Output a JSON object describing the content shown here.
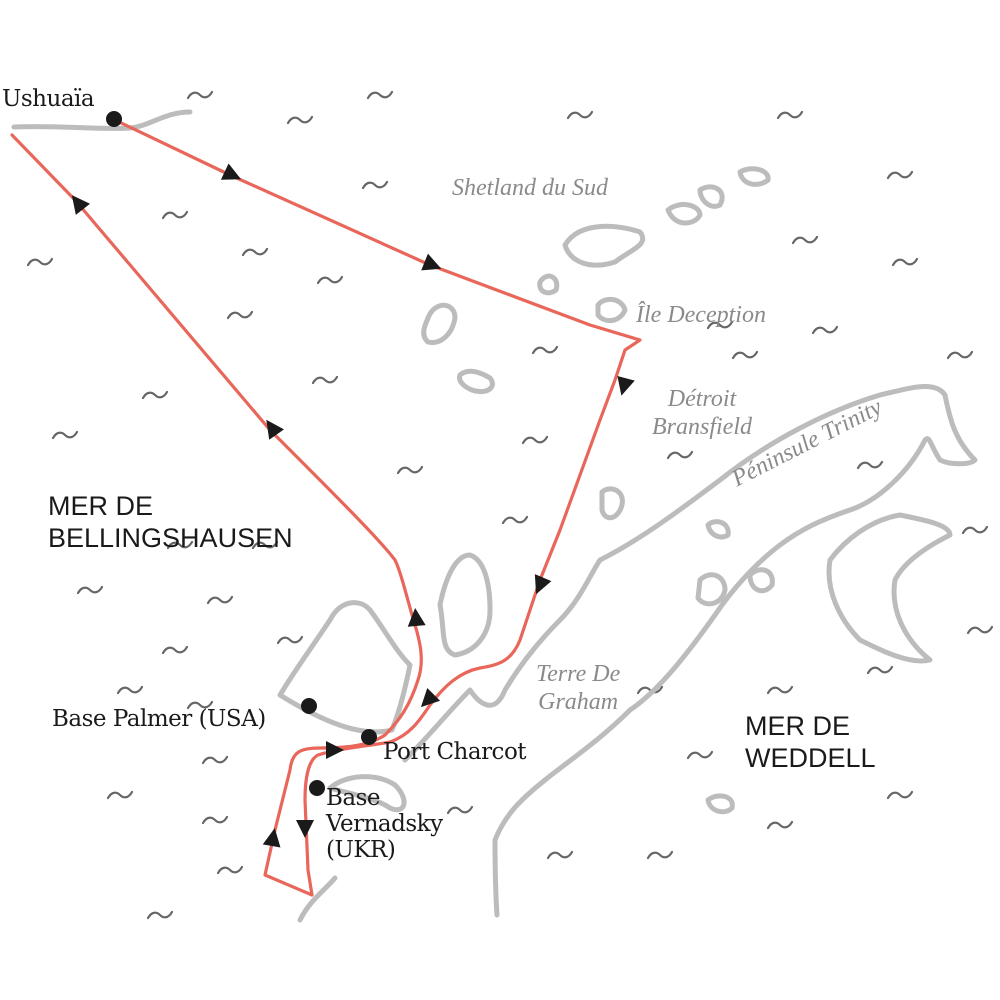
{
  "places": {
    "ushuaia": "Ushuaïa",
    "base_palmer": "Base Palmer (USA)",
    "port_charcot": "Port Charcot",
    "base_vernadsky": [
      "Base",
      "Vernadsky",
      "(UKR)"
    ]
  },
  "geo_labels": {
    "shetland": "Shetland du Sud",
    "deception": "Île Deception",
    "detroit": [
      "Détroit",
      "Bransfield"
    ],
    "trinity": "Péninsule Trinity",
    "graham": [
      "Terre De",
      "Graham"
    ]
  },
  "seas": {
    "bellingshausen": [
      "MER DE",
      "BELLINGSHAUSEN"
    ],
    "weddell": [
      "MER DE",
      "WEDDELL"
    ]
  },
  "colors": {
    "route": "#e8665a",
    "land": "#bcbcbc",
    "label_gray": "#8a8a8a"
  }
}
